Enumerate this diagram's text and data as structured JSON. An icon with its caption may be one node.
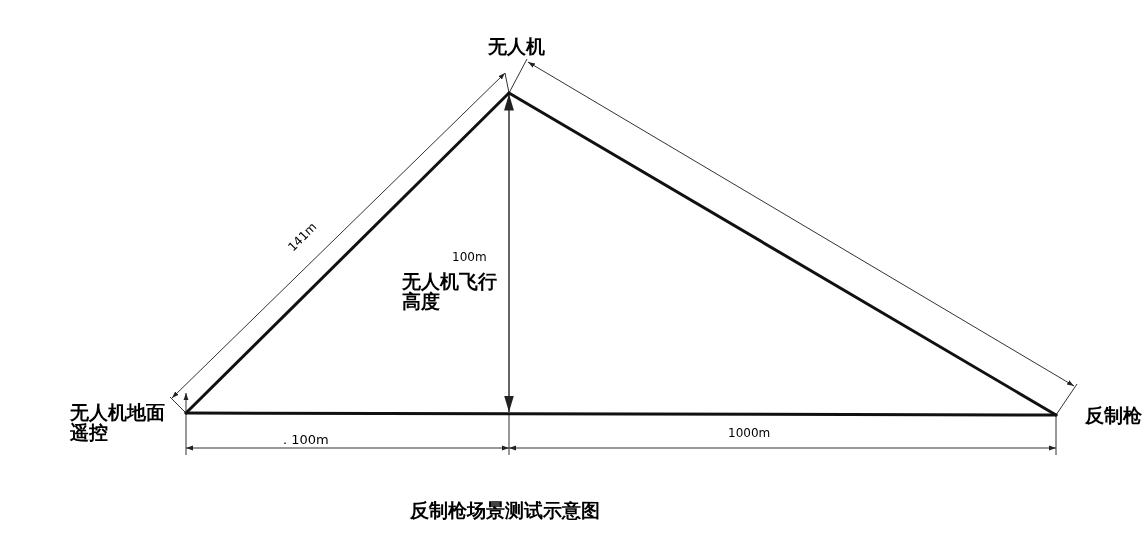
{
  "diagram": {
    "caption": "反制枪场景测试示意图",
    "nodes": [
      {
        "text": [
          "无人机"
        ]
      },
      {
        "text": [
          "无人机地面遥控"
        ]
      },
      {
        "text": [
          "反制枪"
        ]
      }
    ],
    "edges": [
      {
        "from": 1,
        "to": 0,
        "arrow": "none"
      },
      {
        "from": 0,
        "to": 2,
        "arrow": "none"
      },
      {
        "from": 1,
        "to": 2,
        "arrow": "none"
      }
    ],
    "labels": [
      "141m",
      "100m",
      "无人机飞行高度",
      ". 100m",
      "1000m"
    ]
  }
}
